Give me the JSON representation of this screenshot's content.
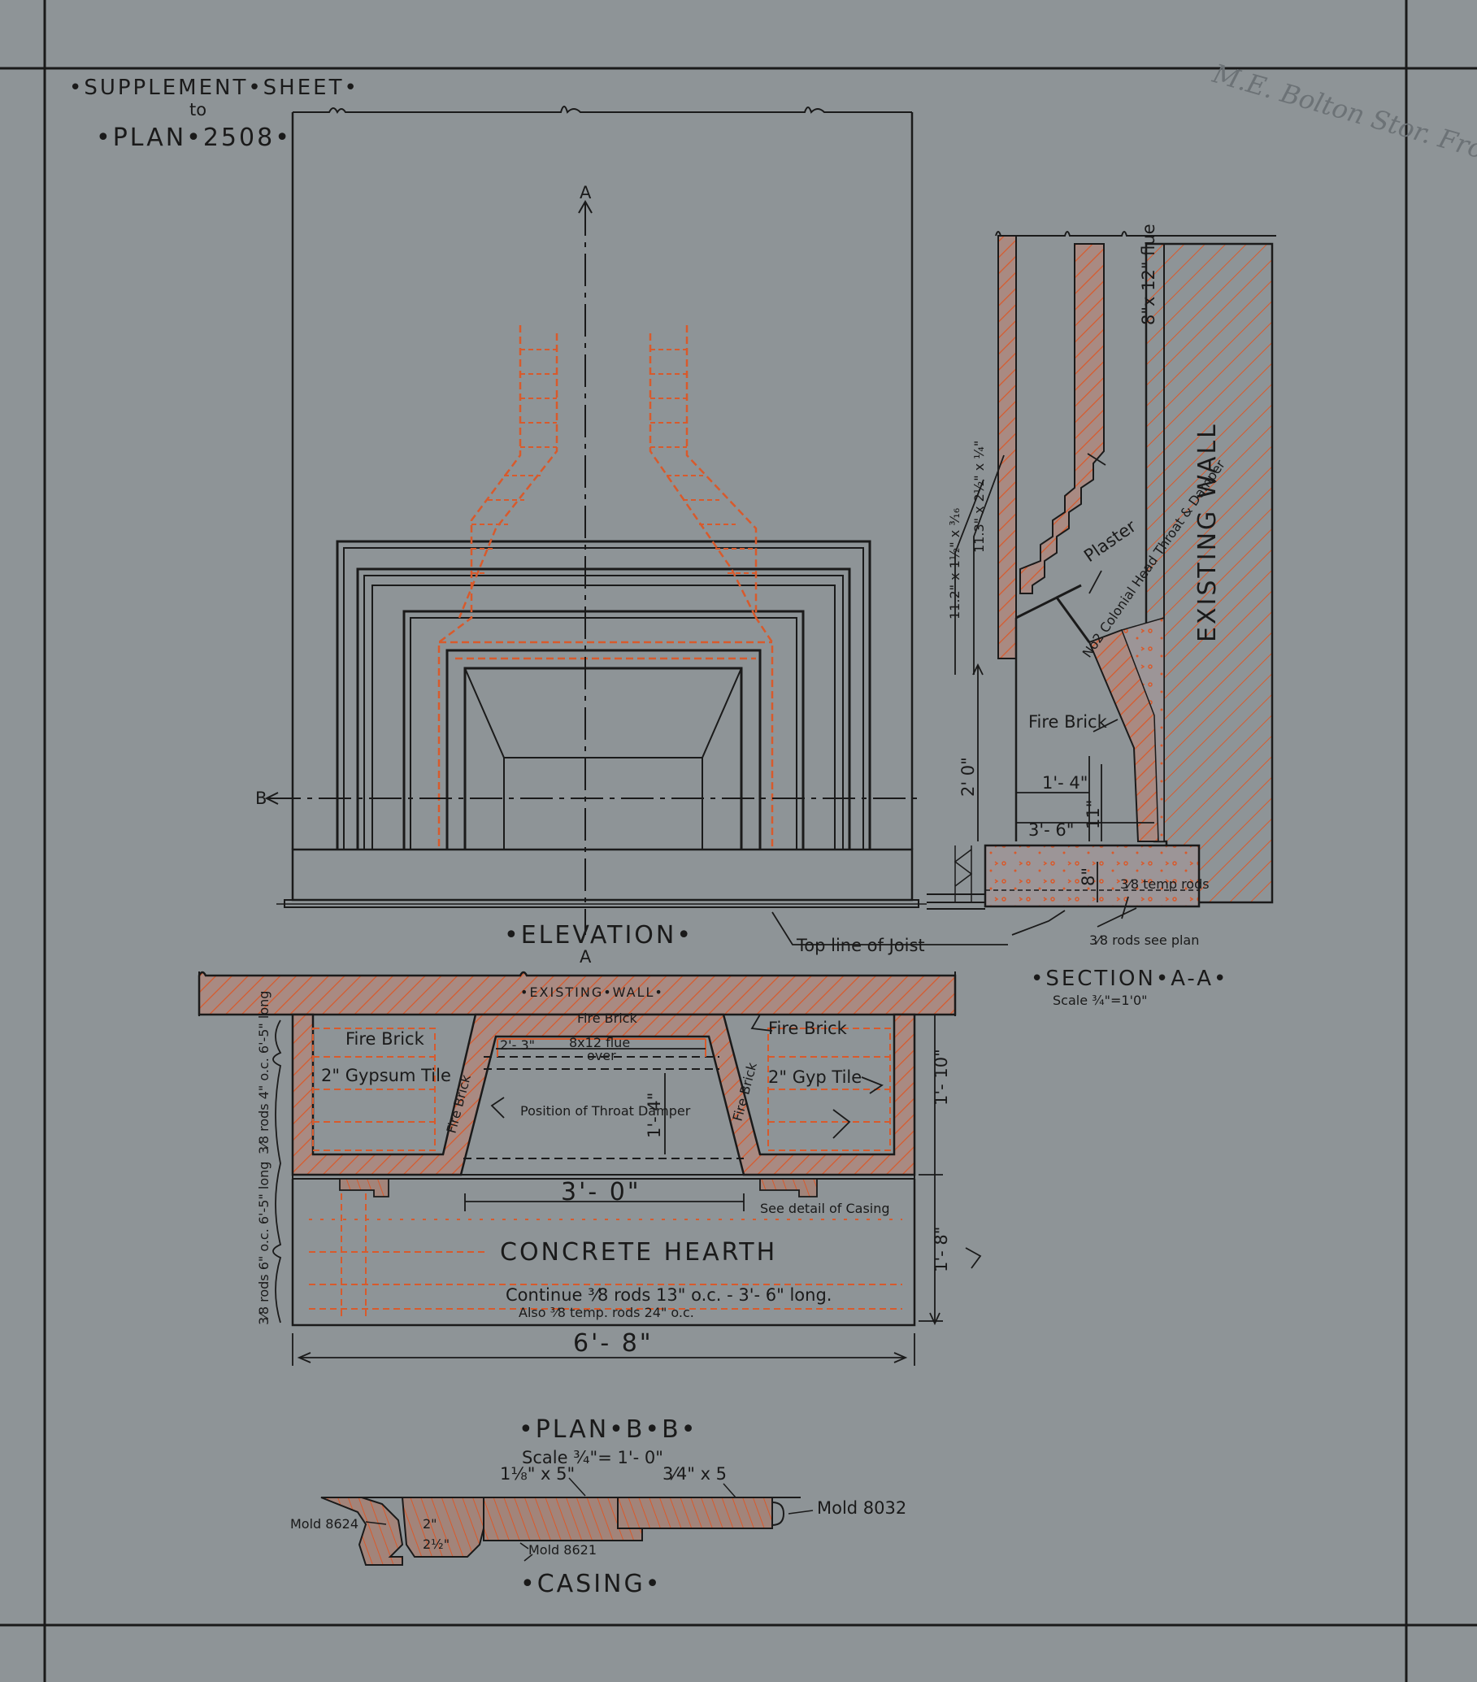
{
  "sheet": {
    "supplement": "•SUPPLEMENT•SHEET•",
    "to": "to",
    "plan_no": "•PLAN•2508•",
    "signature": "M.E. Bolton Stor. Front"
  },
  "elevation": {
    "title": "•ELEVATION•",
    "axis_a_top": "A",
    "axis_a_bottom": "A",
    "axis_b": "B"
  },
  "section": {
    "title": "•SECTION•A-A•",
    "scale": "Scale ¾\"=1'0\"",
    "flue": "8\"x 12\" flue",
    "plaster": "Plaster",
    "existing_wall": "EXISTING WALL",
    "damper": "No2 Colonial Head Throat & Damper",
    "dim_stack1": "11.2\" x 1½\" x ³⁄₁₆",
    "dim_stack2": "11.3\" x 2½\" x ¼\"",
    "fire_brick": "Fire Brick",
    "dim_2_0": "2' 0\"",
    "dim_1_4": "1'- 4\"",
    "dim_3_6": "3'- 6\"",
    "dim_11": "11\"",
    "dim_8": "8\"",
    "temp_rods": "3⁄8 temp rods",
    "rods_see_plan": "3⁄8 rods see plan",
    "joist": "Top line of Joist"
  },
  "plan": {
    "title": "•PLAN•B•B•",
    "scale": "Scale ¾\"= 1'- 0\"",
    "existing_wall": "•EXISTING•WALL•",
    "fire_brick_top": "Fire Brick",
    "fire_brick_left": "Fire Brick",
    "fire_brick_right": "Fire Brick",
    "fire_brick_slope_l": "Fire Brick",
    "fire_brick_slope_r": "Fire Brick",
    "gypsum_left": "2\" Gypsum Tile",
    "gypsum_right": "2\" Gyp Tile",
    "dim_2_3": "2'- 3\"",
    "flue": "8x12 flue",
    "over": "over",
    "dim_1_4": "1'- 4\"",
    "damper": "Position of Throat Damper",
    "dim_3_0": "3'- 0\"",
    "see_detail": "See detail of Casing",
    "hearth": "CONCRETE HEARTH",
    "rods1": "Continue ³⁄8 rods 13\" o.c. - 3'- 6\" long.",
    "rods2": "Also ³⁄8 temp. rods 24\" o.c.",
    "dim_6_8": "6'- 8\"",
    "dim_1_10": "1'- 10\"",
    "dim_1_8": "1'- 8\"",
    "rods_left_top": "3⁄8 rods 4\" o.c. 6'-5\" long",
    "rods_left_bot": "3⁄8 rods 6\" o.c. 6'-5\" long"
  },
  "casing": {
    "title": "•CASING•",
    "dim_a": "1⅛\" x 5\"",
    "dim_b": "3⁄4\" x 5",
    "mold_a": "Mold 8624",
    "mold_b": "Mold 8621",
    "mold_c": "Mold 8032",
    "dim_2": "2\"",
    "dim_2_5": "2½\""
  },
  "colors": {
    "paper": "#8e9497",
    "ink": "#1a1a1a",
    "red": "#d85a2c",
    "hatch_fill": "#b38070"
  }
}
